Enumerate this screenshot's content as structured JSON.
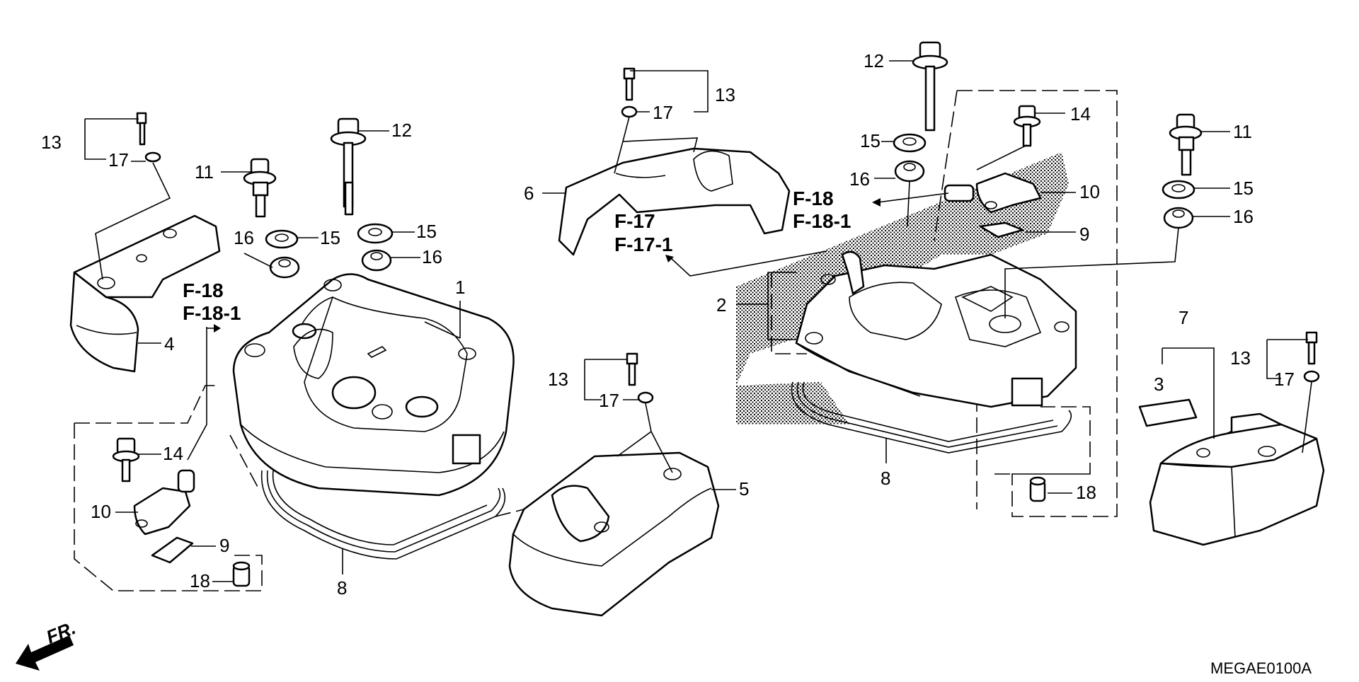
{
  "diagram_code": "MEGAE0100A",
  "direction_label": "FR.",
  "callouts": {
    "l_13": "13",
    "l_17": "17",
    "l_4": "4",
    "l_11": "11",
    "l_12": "12",
    "l_15a": "15",
    "l_15b": "15",
    "l_16a": "16",
    "l_16b": "16",
    "l_1": "1",
    "l_14": "14",
    "l_10": "10",
    "l_9": "9",
    "l_18": "18",
    "l_8": "8",
    "m_13": "13",
    "m_17": "17",
    "m_6": "6",
    "m5_13": "13",
    "m5_17": "17",
    "m_5": "5",
    "r_12": "12",
    "r_14": "14",
    "r_15": "15",
    "r_16": "16",
    "r_10": "10",
    "r_9": "9",
    "r_2": "2",
    "r_8": "8",
    "r_18": "18",
    "rr_11": "11",
    "rr_15": "15",
    "rr_16": "16",
    "rr_7": "7",
    "rr_3": "3",
    "rr_13": "13",
    "rr_17": "17"
  },
  "references": {
    "left_a": "F-18",
    "left_b": "F-18-1",
    "mid_a": "F-17",
    "mid_b": "F-17-1",
    "right_a": "F-18",
    "right_b": "F-18-1"
  }
}
